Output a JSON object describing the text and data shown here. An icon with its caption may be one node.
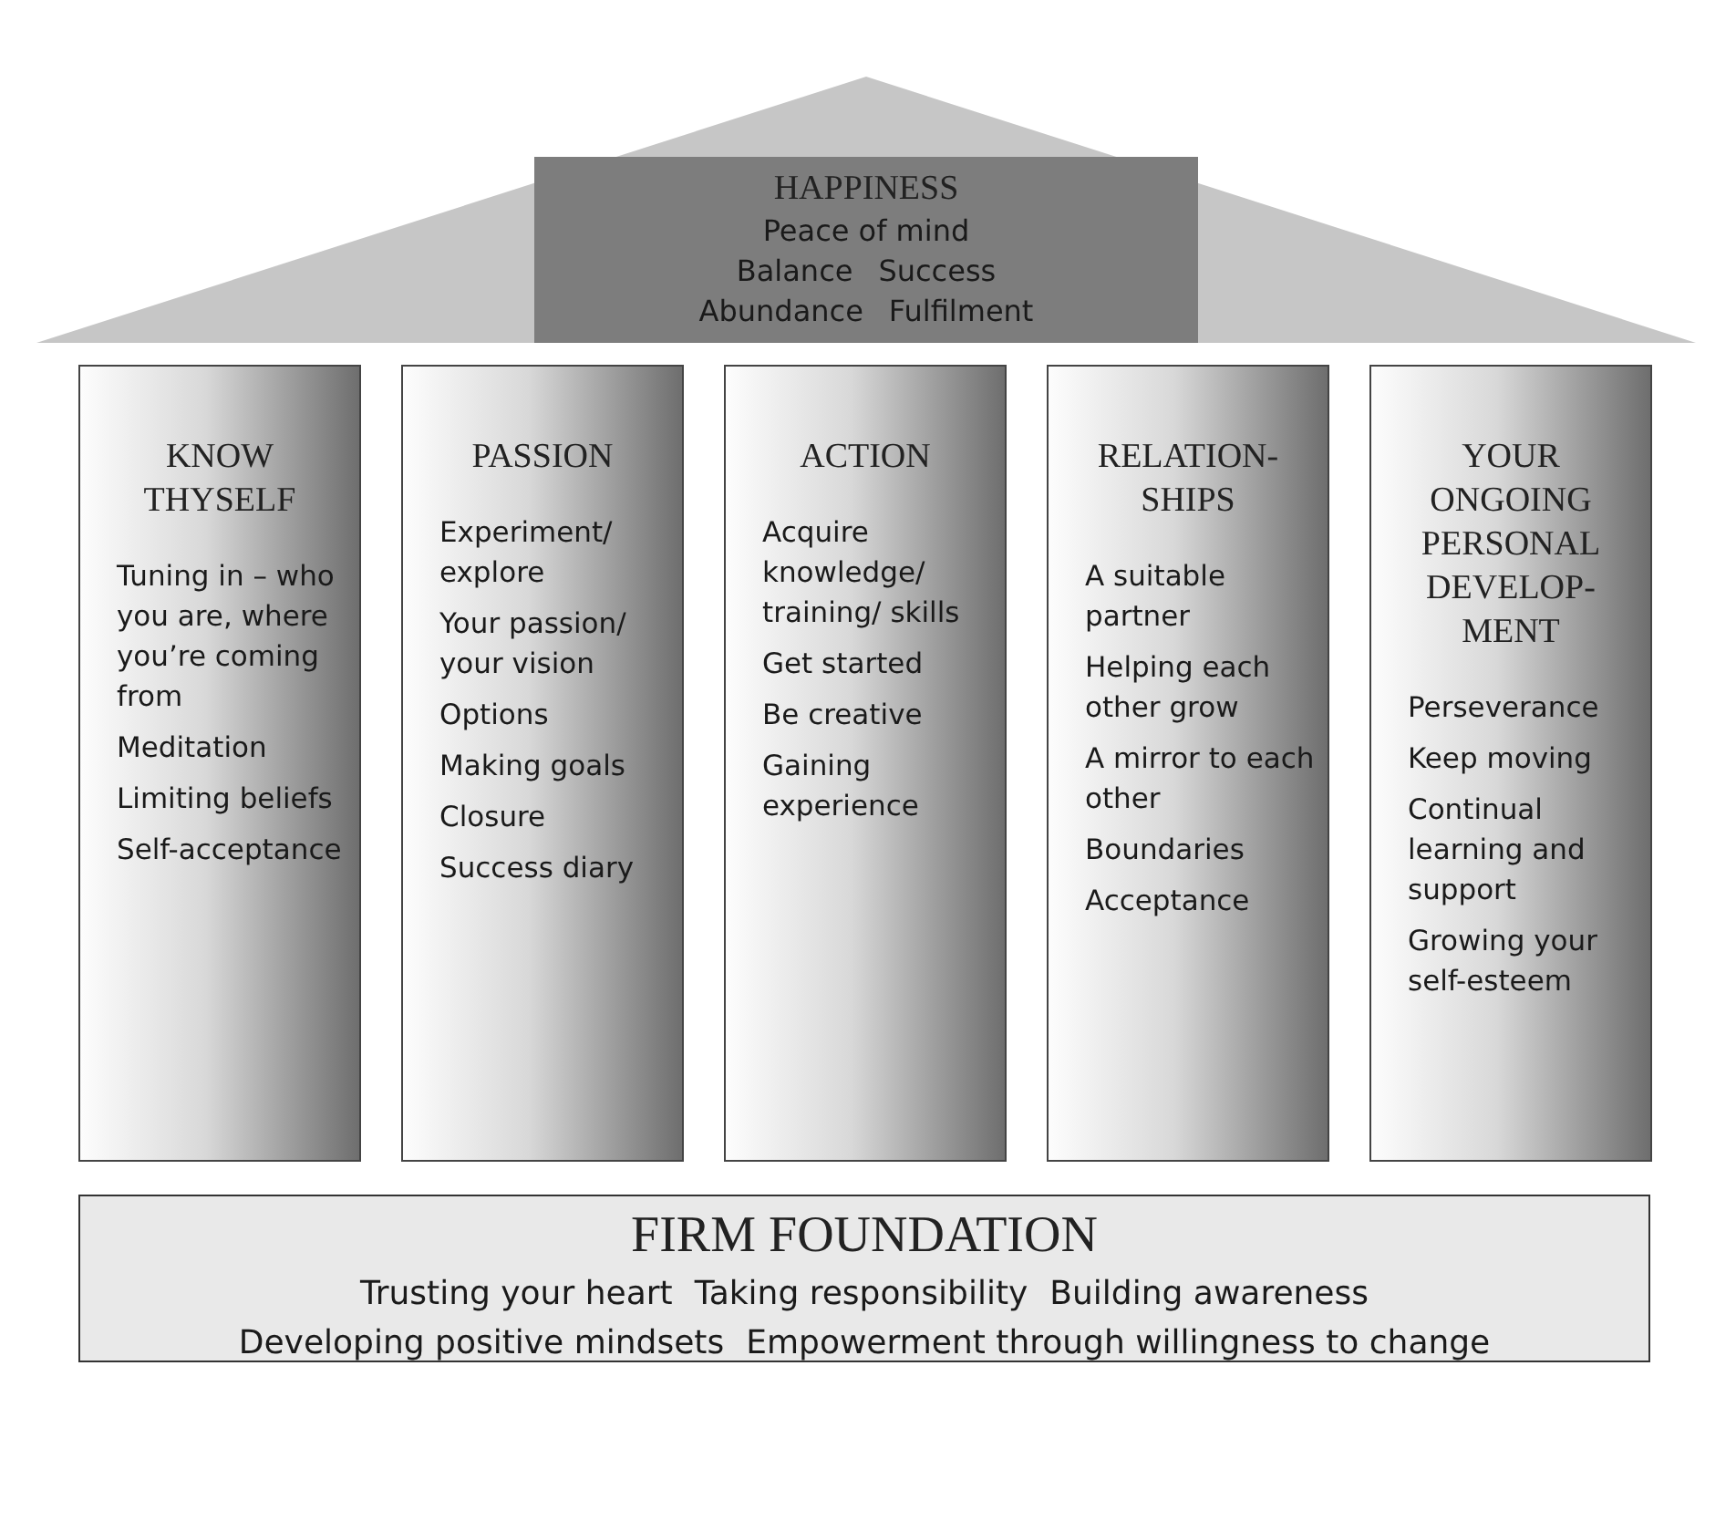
{
  "diagram": {
    "nodes": [
      {
        "text": [
          "HAPPINESS",
          "Peace of mind",
          "Balance",
          "Success",
          "Abundance",
          "Fulfilment"
        ]
      },
      {
        "text": [
          "KNOW THYSELF",
          "Tuning in – who you are, where you’re coming from",
          "Meditation",
          "Limiting beliefs",
          "Self-acceptance"
        ]
      },
      {
        "text": [
          "PASSION",
          "Experiment/ explore",
          "Your passion/ your vision",
          "Options",
          "Making goals",
          "Closure",
          "Success diary"
        ]
      },
      {
        "text": [
          "ACTION",
          "Acquire knowledge/ training/ skills",
          "Get started",
          "Be creative",
          "Gaining experience"
        ]
      },
      {
        "text": [
          "RELATION-SHIPS",
          "A suitable partner",
          "Helping each other grow",
          "A mirror to each other",
          "Boundaries",
          "Acceptance"
        ]
      },
      {
        "text": [
          "YOUR ONGOING PERSONAL DEVELOP-MENT",
          "Perseverance",
          "Keep moving",
          "Continual learning and support",
          "Growing your self-esteem"
        ]
      },
      {
        "text": [
          "FIRM FOUNDATION",
          "Trusting your heart",
          "Taking responsibility",
          "Building awareness",
          "Developing positive mindsets",
          "Empowerment through willingness to change"
        ]
      }
    ]
  }
}
